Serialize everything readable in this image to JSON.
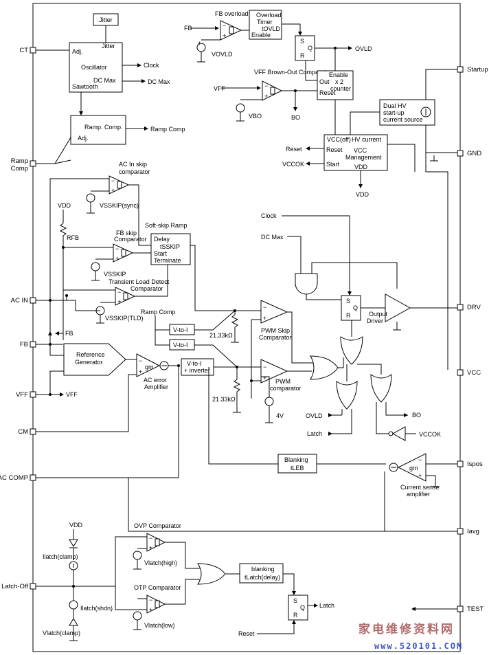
{
  "pins_left": {
    "ct": "CT",
    "ramp_comp": "Ramp Comp",
    "ac_in": "AC IN",
    "fb": "FB",
    "vff": "VFF",
    "cm": "CM",
    "ac_comp": "AC COMP",
    "latch_off": "Latch-Off"
  },
  "pins_right": {
    "startup": "Startup",
    "gnd": "GND",
    "drv": "DRV",
    "vcc": "VCC",
    "ispos": "Ispos",
    "iavg": "Iavg",
    "test": "TEST"
  },
  "blocks": {
    "jitter": "Jitter",
    "oscillator": {
      "adj": "Adj.",
      "jitter": "Jitter",
      "title": "Oscillator",
      "dcmax": "DC Max",
      "sawtooth": "Sawtooth"
    },
    "ramp_comp": {
      "title": "Ramp. Comp.",
      "adj": "Adj."
    },
    "fb_overload": "FB overload comparator",
    "ovld_timer": {
      "line1": "Overload",
      "line2": "Timer",
      "line3": "tOVLD",
      "enable": "Enable"
    },
    "vff_brownout": "VFF Brown-Out Comparator",
    "enable_counter": {
      "line1": "Enable",
      "line2": "x 2",
      "line3": "counter",
      "out": "Out",
      "reset": "Reset"
    },
    "dual_hv": {
      "line1": "Dual HV",
      "line2": "start-up",
      "line3": "current source"
    },
    "hv_mgmt": {
      "vccoff": "VCC(off)",
      "hv": "HV current",
      "reset": "Reset",
      "vcc_mgmt": "VCC",
      "management": "Management",
      "start": "Start",
      "vdd": "VDD"
    },
    "ac_skip": {
      "line1": "AC In skip",
      "line2": "comparator"
    },
    "soft_skip": {
      "title": "Soft-skip Ramp",
      "delay": "Delay",
      "tsskip": "tSSKIP",
      "start": "Start",
      "terminate": "Terminate"
    },
    "fb_skip": {
      "line1": "FB skip",
      "line2": "Comparator"
    },
    "transient": {
      "line1": "Transient Load Detect",
      "line2": "Comparator"
    },
    "ref_gen": {
      "line1": "Reference",
      "line2": "Generator"
    },
    "ac_error": {
      "gm": "gm",
      "line1": "AC error",
      "line2": "Amplifier"
    },
    "v_to_i_1": "V-to-I",
    "v_to_i_2": "V-to-I",
    "v_to_i_inv": {
      "line1": "V-to-I",
      "line2": "+ inverter"
    },
    "pwm_skip": {
      "line1": "PWM Skip",
      "line2": "Comparator"
    },
    "pwm": {
      "line1": "PWM",
      "line2": "comparator"
    },
    "output_driver": {
      "line1": "Output",
      "line2": "Driver"
    },
    "blanking_leb": {
      "line1": "Blanking",
      "line2": "tLEB"
    },
    "current_sense": {
      "gm": "gm",
      "line1": "Current sense",
      "line2": "amplifier"
    },
    "ovp": "OVP Comparator",
    "otp": "OTP Comparator",
    "blanking_latch": {
      "line1": "blanking",
      "line2": "tLatch(delay)"
    }
  },
  "signals": {
    "clock_out": "Clock",
    "dcmax_out": "DC Max",
    "ramp_comp_out": "Ramp Comp",
    "fb_in": "FB",
    "vovld": "VOVLD",
    "ovld_out": "OVLD",
    "vff_in": "VFF",
    "vbo": "VBO",
    "bo_out": "BO",
    "reset_out": "Reset",
    "vccok_out": "VCCOK",
    "vdd_out": "VDD",
    "vdd_top": "VDD",
    "rfb": "RFB",
    "vsskip_sync": "VSSKIP(sync)",
    "vsskip": "VSSKIP",
    "vsskip_tld": "VSSKIP(TLD)",
    "clock_in": "Clock",
    "dcmax_in": "DC Max",
    "ramp_comp_in": "Ramp Comp",
    "res1": "21.33kΩ",
    "res2": "21.33kΩ",
    "v4": "4V",
    "fb_node": "FB",
    "vff_node": "VFF",
    "s": "S",
    "q": "Q",
    "r": "R",
    "ovld_in": "OVLD",
    "latch_in": "Latch",
    "bo_in": "BO",
    "vccok_in": "VCCOK",
    "vdd_latch": "VDD",
    "ilatch_clamp": "Ilatch(clamp)",
    "ilatch_shdn": "Ilatch(shdn)",
    "vlatch_clamp": "Vlatch(clamp)",
    "vlatch_high": "Vlatch(high)",
    "vlatch_low": "Vlatch(low)",
    "latch_out": "Latch",
    "reset_in": "Reset"
  },
  "watermark": {
    "cn": "家电维修资料网",
    "url": "www.520101.COM"
  }
}
